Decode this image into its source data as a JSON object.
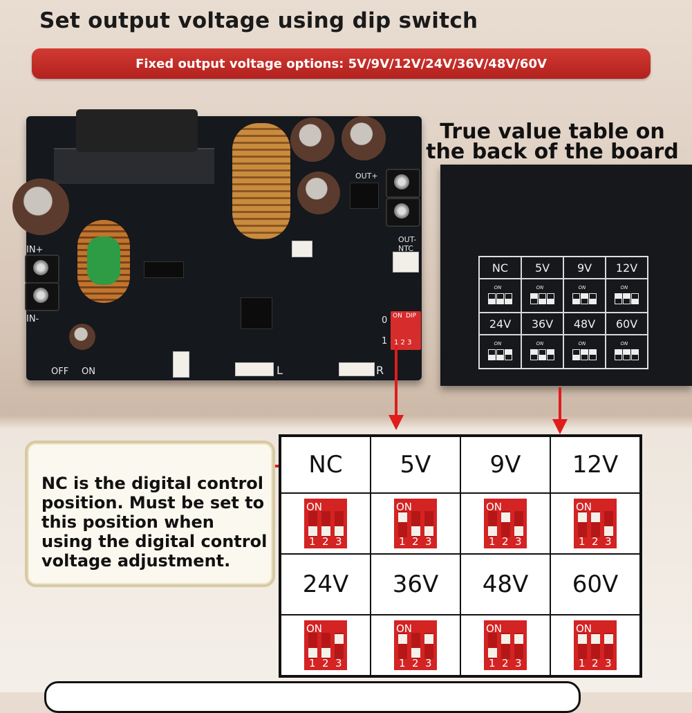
{
  "title": "Set output voltage using dip switch",
  "banner": "Fixed output voltage options: 5V/9V/12V/24V/36V/48V/60V",
  "back_title": "True value table on the back of the board",
  "board_labels": {
    "in_plus": "IN+",
    "in_minus": "IN-",
    "out_plus": "OUT+",
    "out_ntc": "OUT-NTC",
    "off": "OFF",
    "on": "ON",
    "l": "L",
    "r": "R",
    "dip_on": "ON",
    "dip_name": "DIP",
    "row0": "0",
    "row1": "1",
    "dip_nums": "1 2 3"
  },
  "note": "NC is the digital control position. Must be set to this position when using the digital control voltage adjustment.",
  "dip_on_label": "ON",
  "switch_numbers": [
    "1",
    "2",
    "3"
  ],
  "table": [
    {
      "label": "NC",
      "switches": [
        1,
        1,
        1
      ]
    },
    {
      "label": "5V",
      "switches": [
        0,
        1,
        1
      ]
    },
    {
      "label": "9V",
      "switches": [
        1,
        0,
        1
      ]
    },
    {
      "label": "12V",
      "switches": [
        0,
        0,
        1
      ]
    },
    {
      "label": "24V",
      "switches": [
        1,
        1,
        0
      ]
    },
    {
      "label": "36V",
      "switches": [
        0,
        1,
        0
      ]
    },
    {
      "label": "48V",
      "switches": [
        1,
        0,
        0
      ]
    },
    {
      "label": "60V",
      "switches": [
        0,
        0,
        0
      ]
    }
  ]
}
